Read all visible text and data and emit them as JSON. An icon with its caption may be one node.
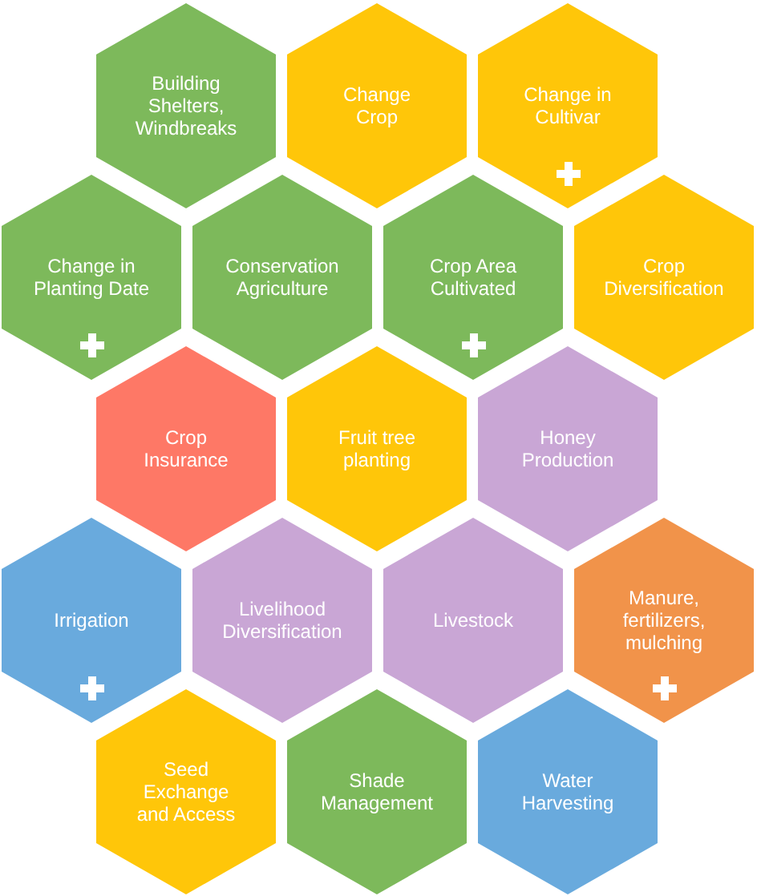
{
  "diagram": {
    "nodes": [
      {
        "text": [
          "Building Shelters, Windbreaks"
        ]
      },
      {
        "text": [
          "Change Crop"
        ]
      },
      {
        "text": [
          "Change in Cultivar"
        ]
      },
      {
        "text": [
          "Change in Planting Date"
        ]
      },
      {
        "text": [
          "Conservation Agriculture"
        ]
      },
      {
        "text": [
          "Crop Area Cultivated"
        ]
      },
      {
        "text": [
          "Crop Diversification"
        ]
      },
      {
        "text": [
          "Crop Insurance"
        ]
      },
      {
        "text": [
          "Fruit tree planting"
        ]
      },
      {
        "text": [
          "Honey Production"
        ]
      },
      {
        "text": [
          "Irrigation"
        ]
      },
      {
        "text": [
          "Livelihood Diversification"
        ]
      },
      {
        "text": [
          "Livestock"
        ]
      },
      {
        "text": [
          "Manure, fertilizers, mulching"
        ]
      },
      {
        "text": [
          "Seed Exchange and Access"
        ]
      },
      {
        "text": [
          "Shade Management"
        ]
      },
      {
        "text": [
          "Water Harvesting"
        ]
      }
    ]
  }
}
